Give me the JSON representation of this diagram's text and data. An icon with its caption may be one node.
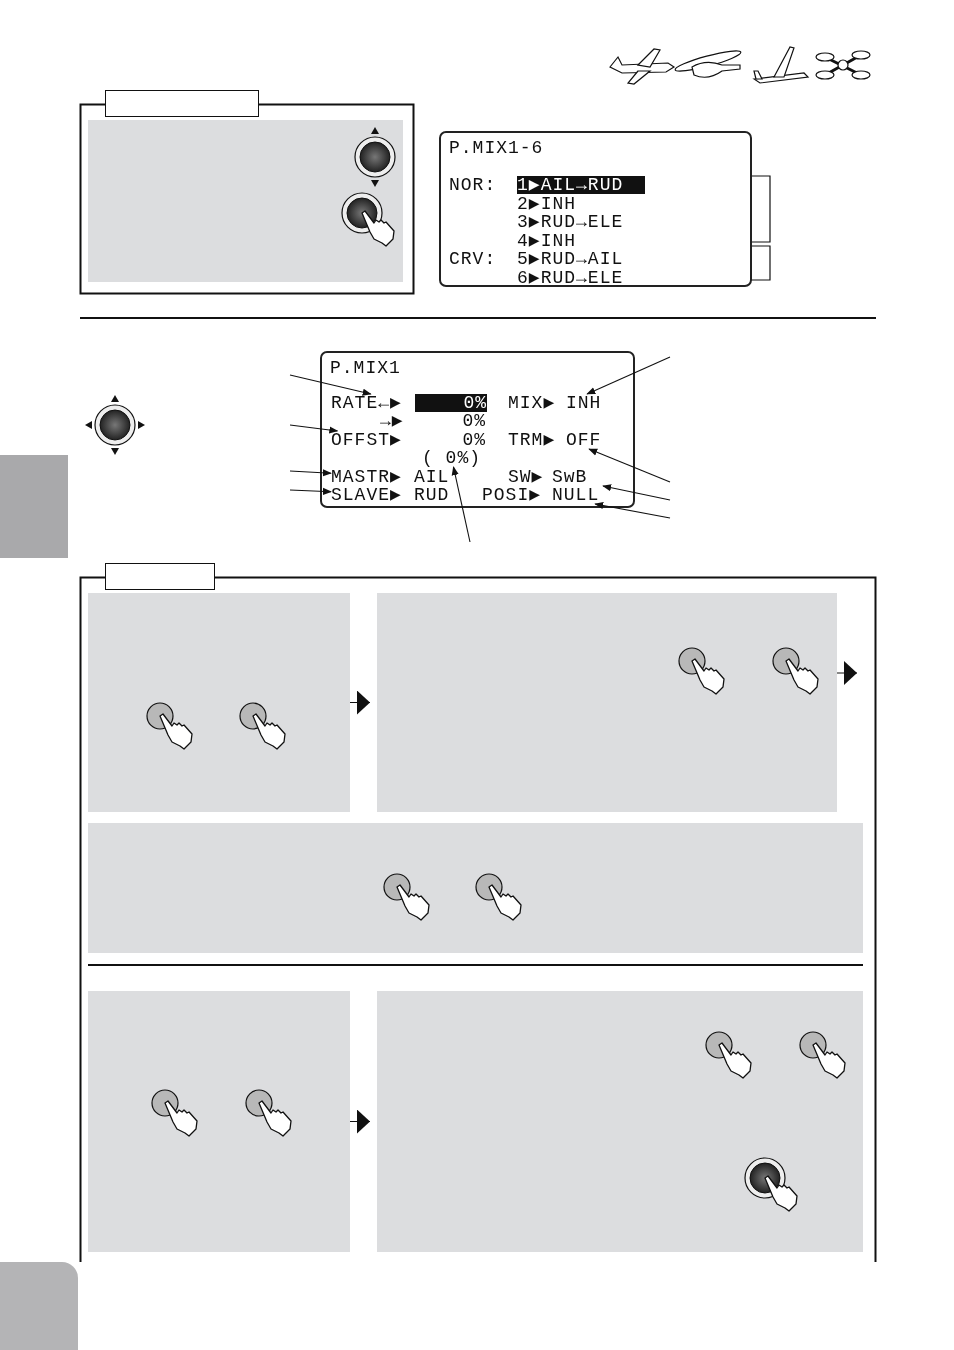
{
  "diagram": {
    "nodes": [
      {
        "text": [
          "P.MIX1-6",
          "NOR:",
          "1▶AIL→RUD",
          "2▶INH",
          "3▶RUD→ELE",
          "4▶INH",
          "CRV:",
          "5▶RUD→AIL",
          "6▶RUD→ELE"
        ]
      },
      {
        "text": [
          "P.MIX1"
        ]
      },
      {
        "text": [
          "RATE←▶",
          "0%"
        ],
        "in": 1
      },
      {
        "text": [
          "→▶",
          "0%"
        ],
        "in": 1
      },
      {
        "text": [
          "OFFST▶",
          "0%"
        ],
        "in": 1
      },
      {
        "text": [
          "( 0%)"
        ],
        "in": 1
      },
      {
        "text": [
          "MASTR▶",
          "AIL"
        ],
        "in": 1
      },
      {
        "text": [
          "SLAVE▶",
          "RUD"
        ],
        "in": 1
      },
      {
        "text": [
          "MIX▶",
          "INH"
        ],
        "in": 1
      },
      {
        "text": [
          "TRM▶",
          "OFF"
        ],
        "in": 1
      },
      {
        "text": [
          "SW▶",
          "SwB"
        ],
        "in": 1
      },
      {
        "text": [
          "POSI▶",
          "NULL"
        ],
        "in": 1
      },
      {
        "text": [],
        "shape": "box"
      },
      {
        "text": [],
        "shape": "box"
      },
      {
        "text": [],
        "shape": "box"
      },
      {
        "text": [],
        "shape": "box"
      },
      {
        "text": [],
        "shape": "box"
      },
      {
        "text": [],
        "shape": "box"
      },
      {
        "text": [],
        "shape": "box"
      },
      {
        "text": [],
        "shape": "box"
      }
    ],
    "edges": [
      {
        "from": null,
        "to": 2,
        "arrow": "to"
      },
      {
        "from": null,
        "to": 4,
        "arrow": "to"
      },
      {
        "from": null,
        "to": 6,
        "arrow": "to"
      },
      {
        "from": null,
        "to": 7,
        "arrow": "to"
      },
      {
        "from": null,
        "to": 5,
        "arrow": "to"
      },
      {
        "from": null,
        "to": 8,
        "arrow": "to"
      },
      {
        "from": null,
        "to": 9,
        "arrow": "to"
      },
      {
        "from": null,
        "to": 10,
        "arrow": "to"
      },
      {
        "from": null,
        "to": 11,
        "arrow": "to"
      },
      {
        "from": 12,
        "to": 13,
        "arrow": "to"
      },
      {
        "from": 13,
        "to": null,
        "arrow": "to"
      },
      {
        "from": 14,
        "to": 15,
        "arrow": "to"
      }
    ]
  }
}
